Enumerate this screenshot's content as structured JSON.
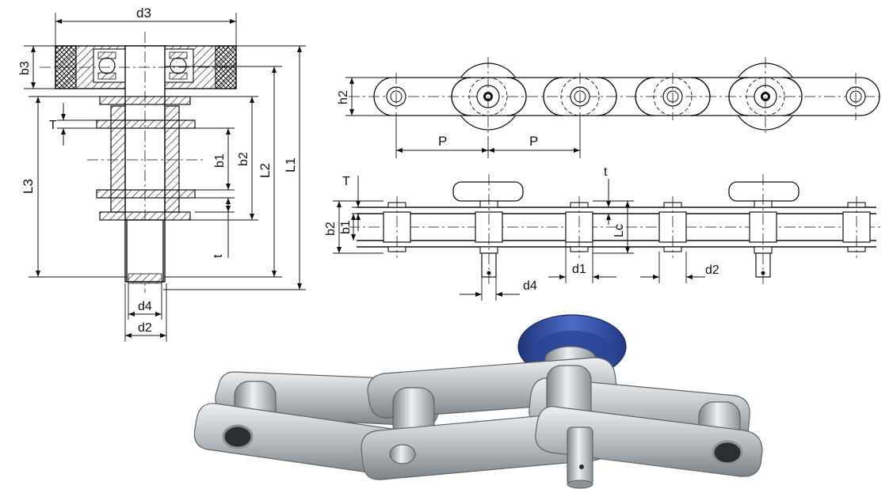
{
  "labels": {
    "d3": "d3",
    "b3": "b3",
    "L3": "L3",
    "T_left": "T",
    "b1_left": "b1",
    "b2_left": "b2",
    "L2": "L2",
    "L1": "L1",
    "t_left": "t",
    "d4_left": "d4",
    "d2_left": "d2",
    "h2": "h2",
    "P1": "P",
    "P2": "P",
    "T_right": "T",
    "t_right": "t",
    "b2_right": "b2",
    "b1_right": "b1",
    "Lc": "Lc",
    "d1": "d1",
    "d4_right": "d4",
    "d2_right": "d2"
  },
  "colors": {
    "line": "#111111",
    "steel_light": "#d9dde0",
    "steel_mid": "#a7adb2",
    "steel_dark": "#5e6468",
    "roller_blue": "#2f4fa8",
    "roller_blue_dark": "#1f3478"
  }
}
